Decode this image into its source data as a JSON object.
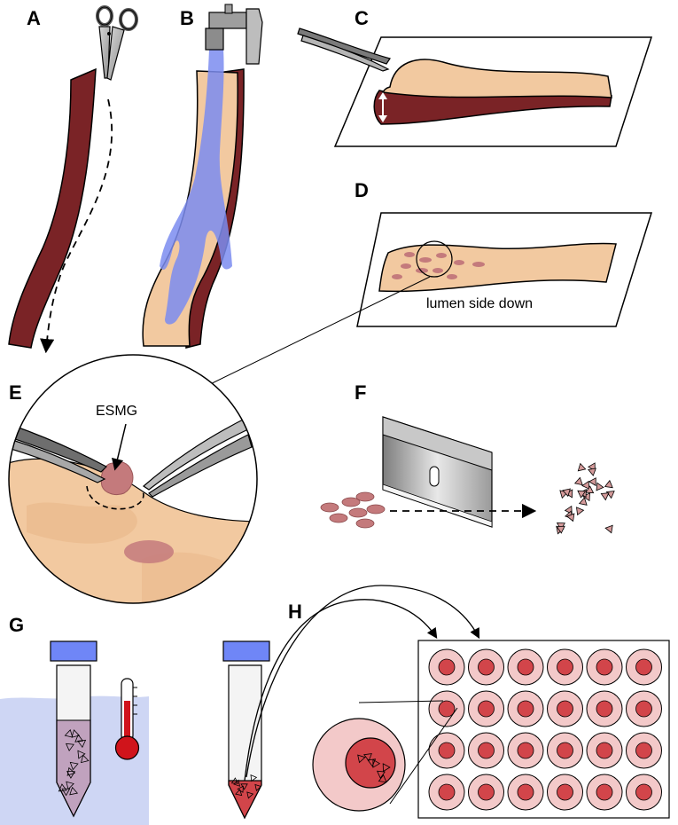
{
  "panels": {
    "A": {
      "letter": "A"
    },
    "B": {
      "letter": "B"
    },
    "C": {
      "letter": "C"
    },
    "D": {
      "letter": "D",
      "caption": "lumen side down"
    },
    "E": {
      "letter": "E",
      "label": "ESMG"
    },
    "F": {
      "letter": "F"
    },
    "G": {
      "letter": "G"
    },
    "H": {
      "letter": "H",
      "plate": {
        "rows": 4,
        "cols": 6
      }
    }
  },
  "colors": {
    "tissue_dark": "#7a2326",
    "tissue_light": "#f2c9a0",
    "water": "#7b8cf0",
    "gland": "#c47a7c",
    "cap": "#6f86f7",
    "bath": "#c9d1f3",
    "thermometer": "#d0141b",
    "well_outer": "#f3c9c9",
    "well_inner": "#d2454a"
  }
}
